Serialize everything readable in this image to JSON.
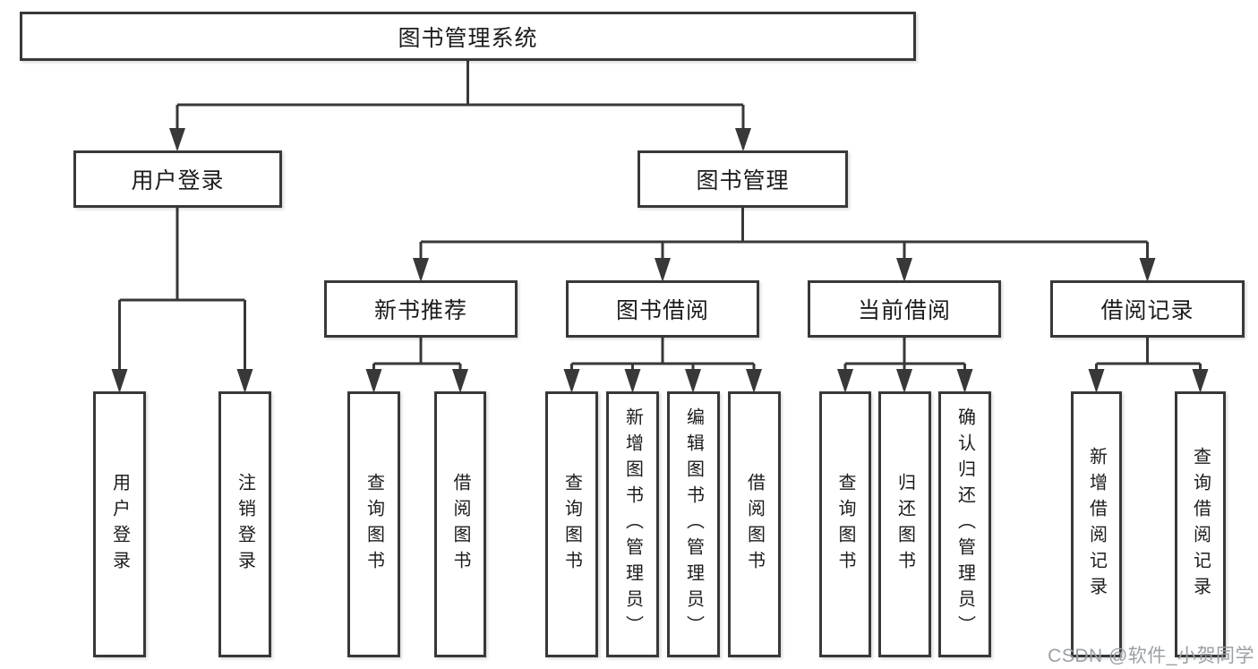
{
  "page": {
    "background": "#ffffff"
  },
  "colors": {
    "line": "#383838",
    "box_border": "#383838",
    "text": "#1c1c1c",
    "watermark_text": "#9aa0a6"
  },
  "tree": {
    "root": {
      "label": "图书管理系统"
    },
    "branches": [
      {
        "label": "用户登录",
        "children": [
          {
            "label": "用户登录"
          },
          {
            "label": "注销登录"
          }
        ]
      },
      {
        "label": "图书管理",
        "children": [
          {
            "label": "新书推荐",
            "children": [
              {
                "label": "查询图书"
              },
              {
                "label": "借阅图书"
              }
            ]
          },
          {
            "label": "图书借阅",
            "children": [
              {
                "label": "查询图书"
              },
              {
                "label": "新增图书（管理员）"
              },
              {
                "label": "编辑图书（管理员）"
              },
              {
                "label": "借阅图书"
              }
            ]
          },
          {
            "label": "当前借阅",
            "children": [
              {
                "label": "查询图书"
              },
              {
                "label": "归还图书"
              },
              {
                "label": "确认归还（管理员）"
              }
            ]
          },
          {
            "label": "借阅记录",
            "children": [
              {
                "label": "新增借阅记录"
              },
              {
                "label": "查询借阅记录"
              }
            ]
          }
        ]
      }
    ]
  },
  "watermark": {
    "text": "CSDN @软件_小贺同学"
  }
}
